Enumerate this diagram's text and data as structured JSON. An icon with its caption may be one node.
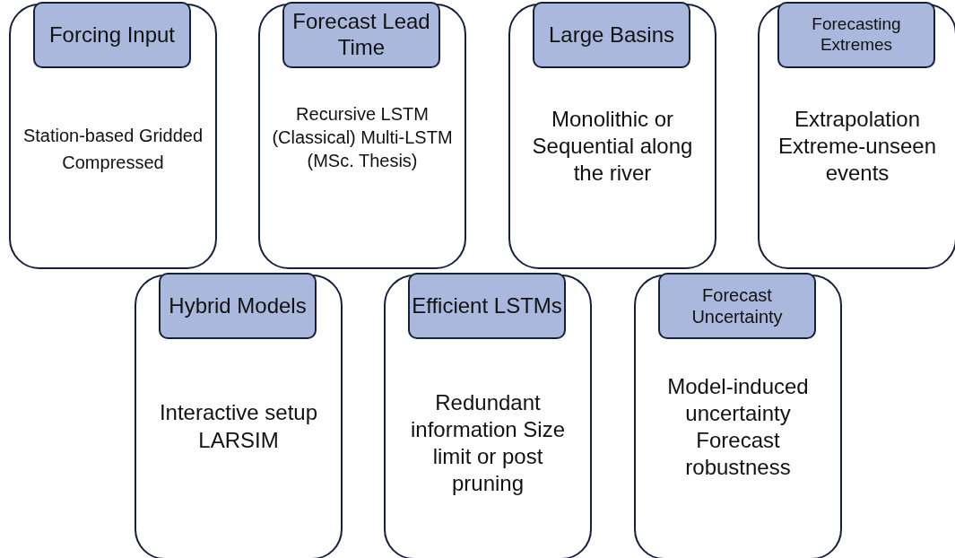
{
  "diagram": {
    "nodes": [
      {
        "text": [
          "Station-based Gridded Compressed"
        ]
      },
      {
        "text": [
          "Forcing Input"
        ],
        "in": 0
      },
      {
        "text": [
          "Recursive LSTM (Classical) Multi-LSTM (MSc. Thesis)"
        ]
      },
      {
        "text": [
          "Forecast Lead Time"
        ],
        "in": 2
      },
      {
        "text": [
          "Monolithic or Sequential along the river"
        ]
      },
      {
        "text": [
          "Large Basins"
        ],
        "in": 4
      },
      {
        "text": [
          "Extrapolation Extreme-unseen events"
        ]
      },
      {
        "text": [
          "Forecasting Extremes"
        ],
        "in": 6
      },
      {
        "text": [
          "Interactive setup LARSIM"
        ]
      },
      {
        "text": [
          "Hybrid Models"
        ],
        "in": 8
      },
      {
        "text": [
          "Redundant information Size limit or post pruning"
        ]
      },
      {
        "text": [
          "Efficient LSTMs"
        ],
        "in": 10
      },
      {
        "text": [
          "Model-induced uncertainty Forecast robustness"
        ]
      },
      {
        "text": [
          "Forecast Uncertainty"
        ],
        "in": 12
      }
    ],
    "edges": []
  }
}
